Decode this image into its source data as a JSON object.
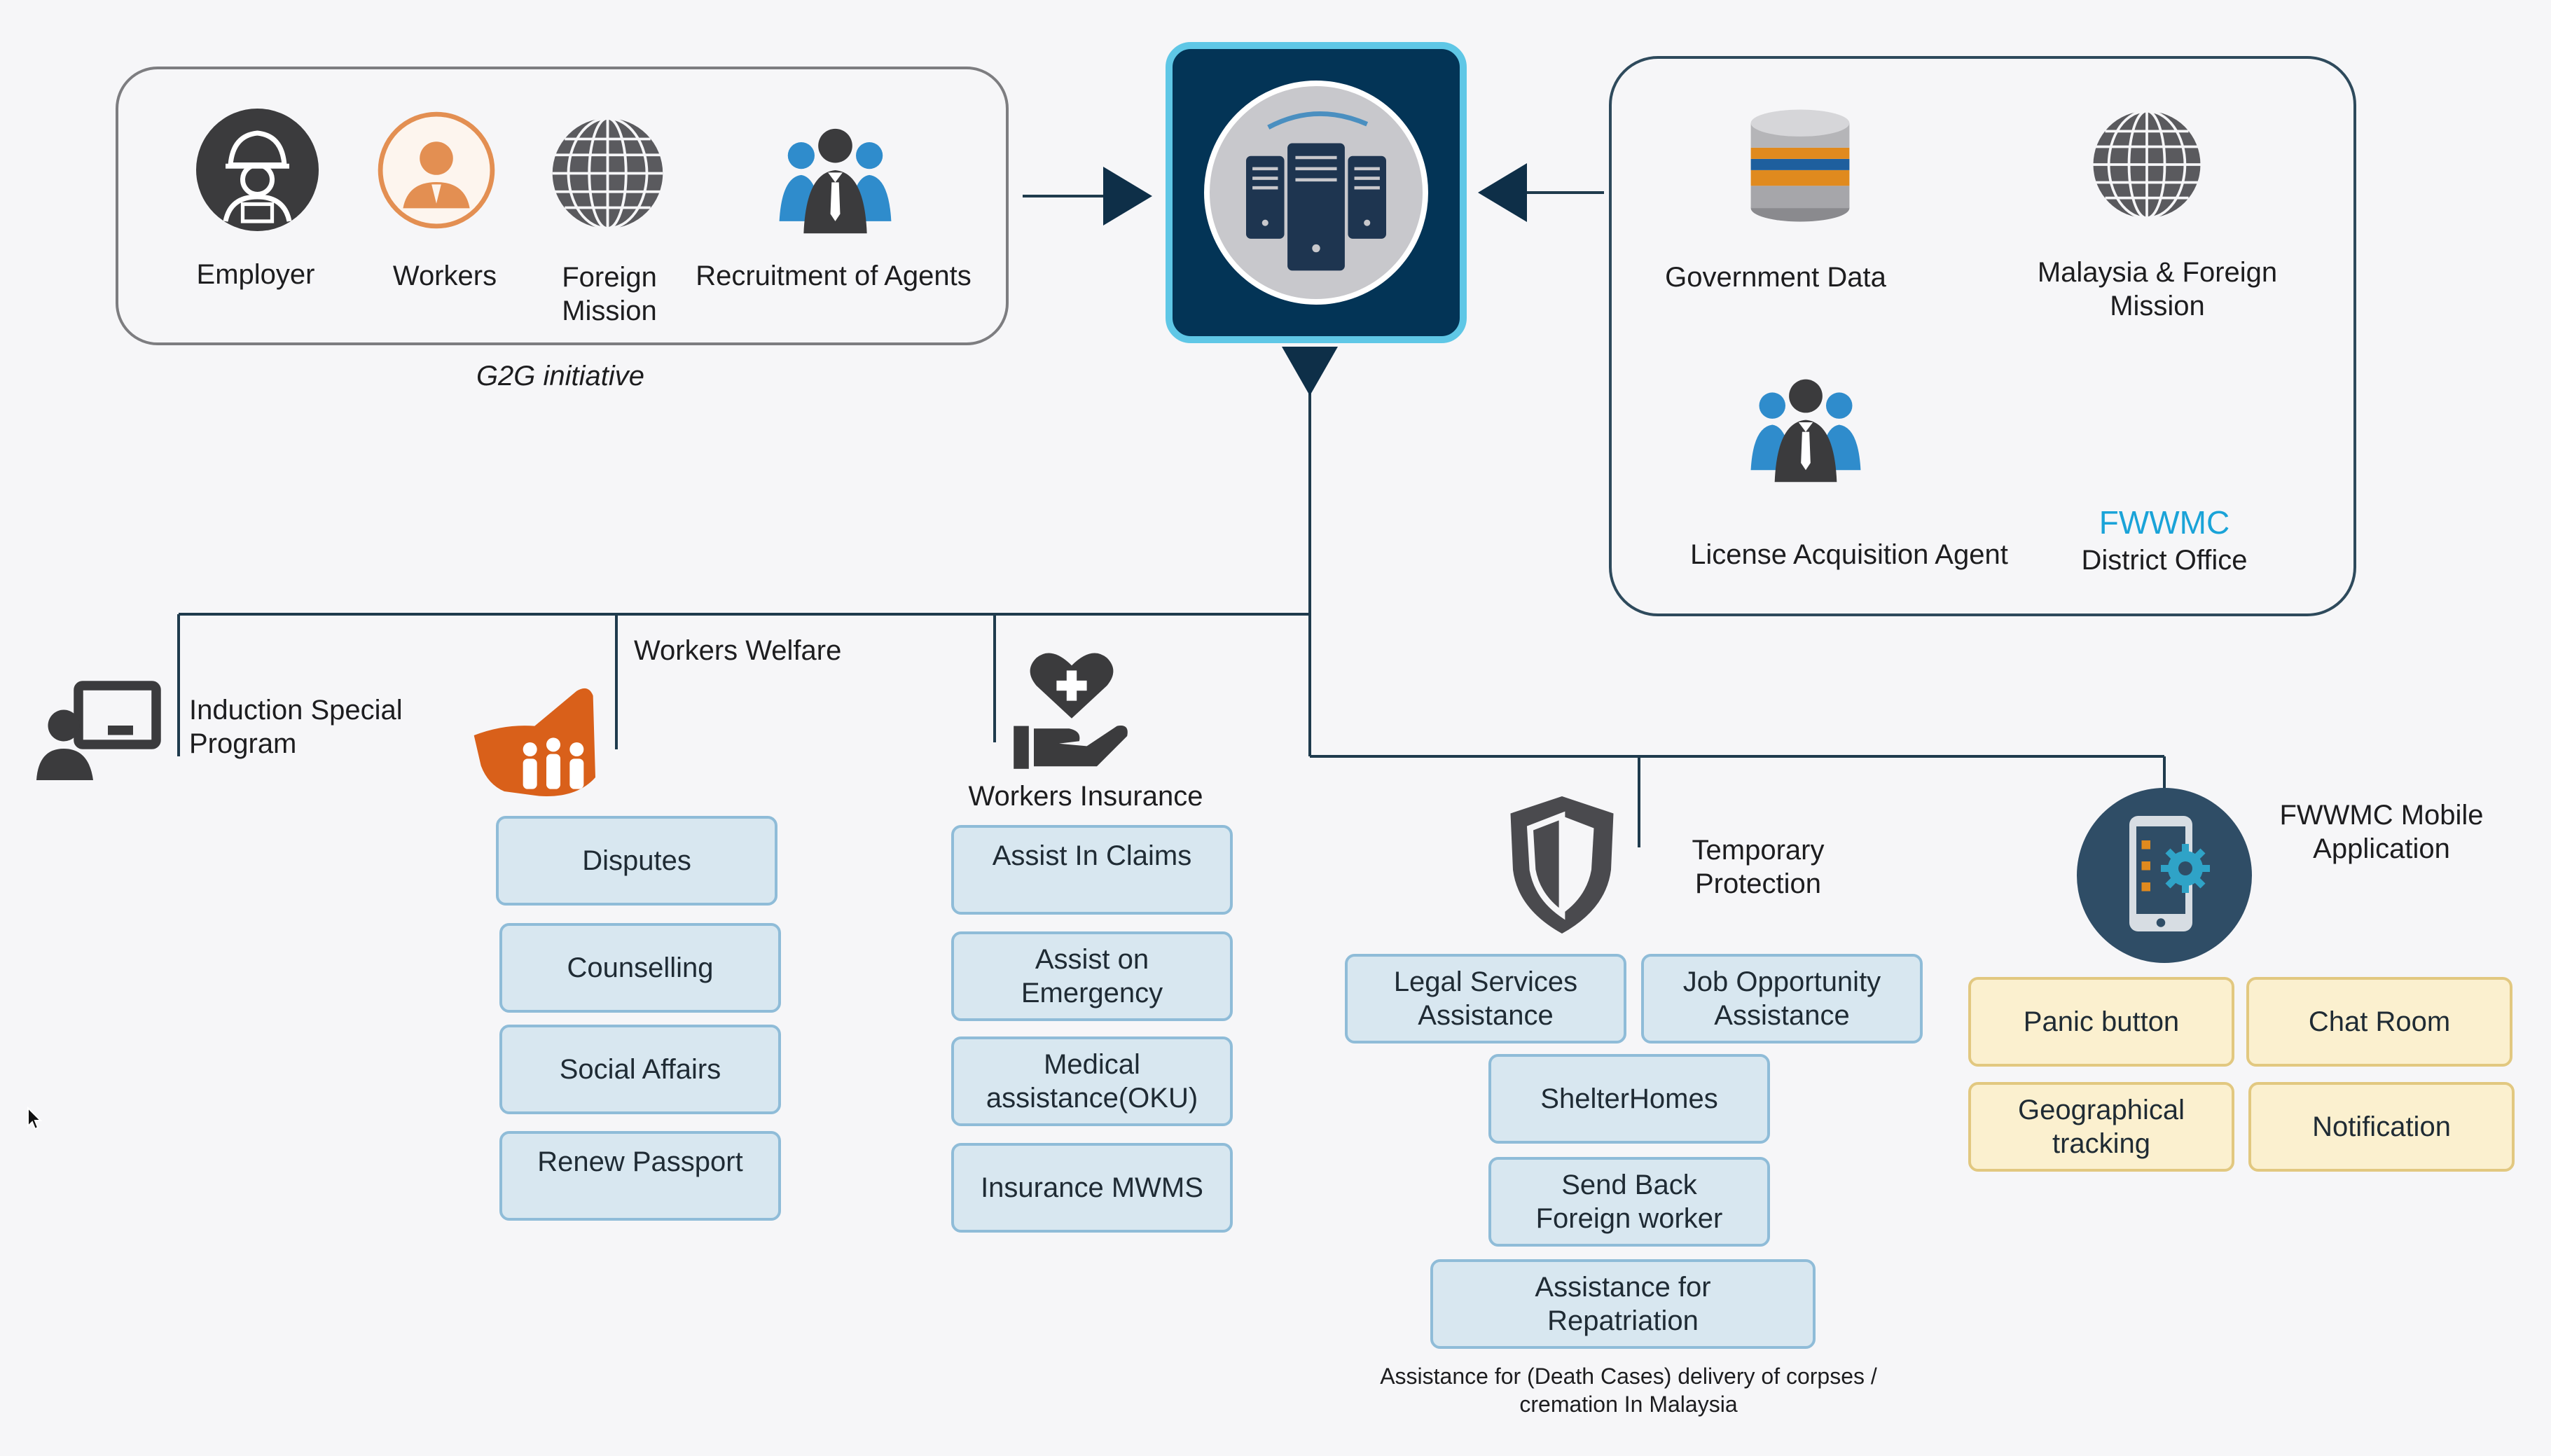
{
  "colors": {
    "navy": "#033456",
    "hub_border": "#5fc7e6",
    "box_blue": "#d8e7f0",
    "box_yellow": "#fbf0cf",
    "accent_text": "#1aa3d8",
    "icon_orange": "#d9601a"
  },
  "g2g": {
    "caption": "G2G initiative",
    "items": [
      {
        "label": "Employer",
        "icon": "worker-helmet-icon"
      },
      {
        "label": "Workers",
        "icon": "worker-icon"
      },
      {
        "label": "Foreign\nMission",
        "icon": "globe-icon"
      },
      {
        "label": "Recruitment of Agents",
        "icon": "agents-group-icon"
      }
    ]
  },
  "hub": {
    "icon": "server-icon"
  },
  "sources": {
    "government_data": "Government Data",
    "malaysia_foreign_mission": "Malaysia & Foreign\nMission",
    "license_agent": "License Acquisition Agent",
    "fwwmc": "FWWMC",
    "district_office": "District Office"
  },
  "branches": {
    "induction": "Induction Special\nProgram",
    "welfare": {
      "title": "Workers Welfare",
      "items": [
        "Disputes",
        "Counselling",
        "Social Affairs",
        "Renew Passport"
      ]
    },
    "insurance": {
      "title": "Workers Insurance",
      "items": [
        "Assist In Claims",
        "Assist on\nEmergency",
        "Medical\nassistance(OKU)",
        "Insurance MWMS"
      ]
    },
    "protection": {
      "title": "Temporary\nProtection",
      "items": [
        "Legal Services\nAssistance",
        "Job Opportunity\nAssistance",
        "ShelterHomes",
        "Send Back\nForeign worker",
        "Assistance for\nRepatriation"
      ],
      "note": "Assistance for (Death Cases) delivery of corpses /\ncremation In Malaysia"
    },
    "mobile": {
      "title": "FWWMC Mobile\nApplication",
      "items": [
        "Panic button",
        "Chat Room",
        "Geographical\ntracking",
        "Notification"
      ]
    }
  }
}
